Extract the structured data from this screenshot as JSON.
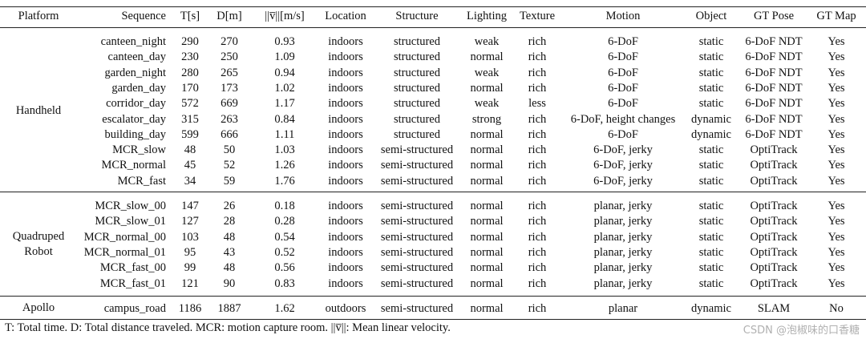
{
  "headers": {
    "platform": "Platform",
    "sequence": "Sequence",
    "t": "T[s]",
    "d": "D[m]",
    "v": "||v̅||[m/s]",
    "location": "Location",
    "structure": "Structure",
    "lighting": "Lighting",
    "texture": "Texture",
    "motion": "Motion",
    "object": "Object",
    "gt_pose": "GT Pose",
    "gt_map": "GT Map"
  },
  "groups": [
    {
      "platform": [
        "Handheld"
      ],
      "rows": [
        [
          "canteen_night",
          "290",
          "270",
          "0.93",
          "indoors",
          "structured",
          "weak",
          "rich",
          "6-DoF",
          "static",
          "6-DoF NDT",
          "Yes"
        ],
        [
          "canteen_day",
          "230",
          "250",
          "1.09",
          "indoors",
          "structured",
          "normal",
          "rich",
          "6-DoF",
          "static",
          "6-DoF NDT",
          "Yes"
        ],
        [
          "garden_night",
          "280",
          "265",
          "0.94",
          "indoors",
          "structured",
          "weak",
          "rich",
          "6-DoF",
          "static",
          "6-DoF NDT",
          "Yes"
        ],
        [
          "garden_day",
          "170",
          "173",
          "1.02",
          "indoors",
          "structured",
          "normal",
          "rich",
          "6-DoF",
          "static",
          "6-DoF NDT",
          "Yes"
        ],
        [
          "corridor_day",
          "572",
          "669",
          "1.17",
          "indoors",
          "structured",
          "weak",
          "less",
          "6-DoF",
          "static",
          "6-DoF NDT",
          "Yes"
        ],
        [
          "escalator_day",
          "315",
          "263",
          "0.84",
          "indoors",
          "structured",
          "strong",
          "rich",
          "6-DoF, height changes",
          "dynamic",
          "6-DoF NDT",
          "Yes"
        ],
        [
          "building_day",
          "599",
          "666",
          "1.11",
          "indoors",
          "structured",
          "normal",
          "rich",
          "6-DoF",
          "dynamic",
          "6-DoF NDT",
          "Yes"
        ],
        [
          "MCR_slow",
          "48",
          "50",
          "1.03",
          "indoors",
          "semi-structured",
          "normal",
          "rich",
          "6-DoF, jerky",
          "static",
          "OptiTrack",
          "Yes"
        ],
        [
          "MCR_normal",
          "45",
          "52",
          "1.26",
          "indoors",
          "semi-structured",
          "normal",
          "rich",
          "6-DoF, jerky",
          "static",
          "OptiTrack",
          "Yes"
        ],
        [
          "MCR_fast",
          "34",
          "59",
          "1.76",
          "indoors",
          "semi-structured",
          "normal",
          "rich",
          "6-DoF, jerky",
          "static",
          "OptiTrack",
          "Yes"
        ]
      ]
    },
    {
      "platform": [
        "Quadruped",
        "Robot"
      ],
      "rows": [
        [
          "MCR_slow_00",
          "147",
          "26",
          "0.18",
          "indoors",
          "semi-structured",
          "normal",
          "rich",
          "planar, jerky",
          "static",
          "OptiTrack",
          "Yes"
        ],
        [
          "MCR_slow_01",
          "127",
          "28",
          "0.28",
          "indoors",
          "semi-structured",
          "normal",
          "rich",
          "planar, jerky",
          "static",
          "OptiTrack",
          "Yes"
        ],
        [
          "MCR_normal_00",
          "103",
          "48",
          "0.54",
          "indoors",
          "semi-structured",
          "normal",
          "rich",
          "planar, jerky",
          "static",
          "OptiTrack",
          "Yes"
        ],
        [
          "MCR_normal_01",
          "95",
          "43",
          "0.52",
          "indoors",
          "semi-structured",
          "normal",
          "rich",
          "planar, jerky",
          "static",
          "OptiTrack",
          "Yes"
        ],
        [
          "MCR_fast_00",
          "99",
          "48",
          "0.56",
          "indoors",
          "semi-structured",
          "normal",
          "rich",
          "planar, jerky",
          "static",
          "OptiTrack",
          "Yes"
        ],
        [
          "MCR_fast_01",
          "121",
          "90",
          "0.83",
          "indoors",
          "semi-structured",
          "normal",
          "rich",
          "planar, jerky",
          "static",
          "OptiTrack",
          "Yes"
        ]
      ]
    },
    {
      "platform": [
        "Apollo"
      ],
      "rows": [
        [
          "campus_road",
          "1186",
          "1887",
          "1.62",
          "outdoors",
          "semi-structured",
          "normal",
          "rich",
          "planar",
          "dynamic",
          "SLAM",
          "No"
        ]
      ]
    }
  ],
  "footnote": "T: Total time. D: Total distance traveled. MCR: motion capture room. ||v̅||: Mean linear velocity.",
  "watermark": "CSDN @泡椒味的口香糖"
}
